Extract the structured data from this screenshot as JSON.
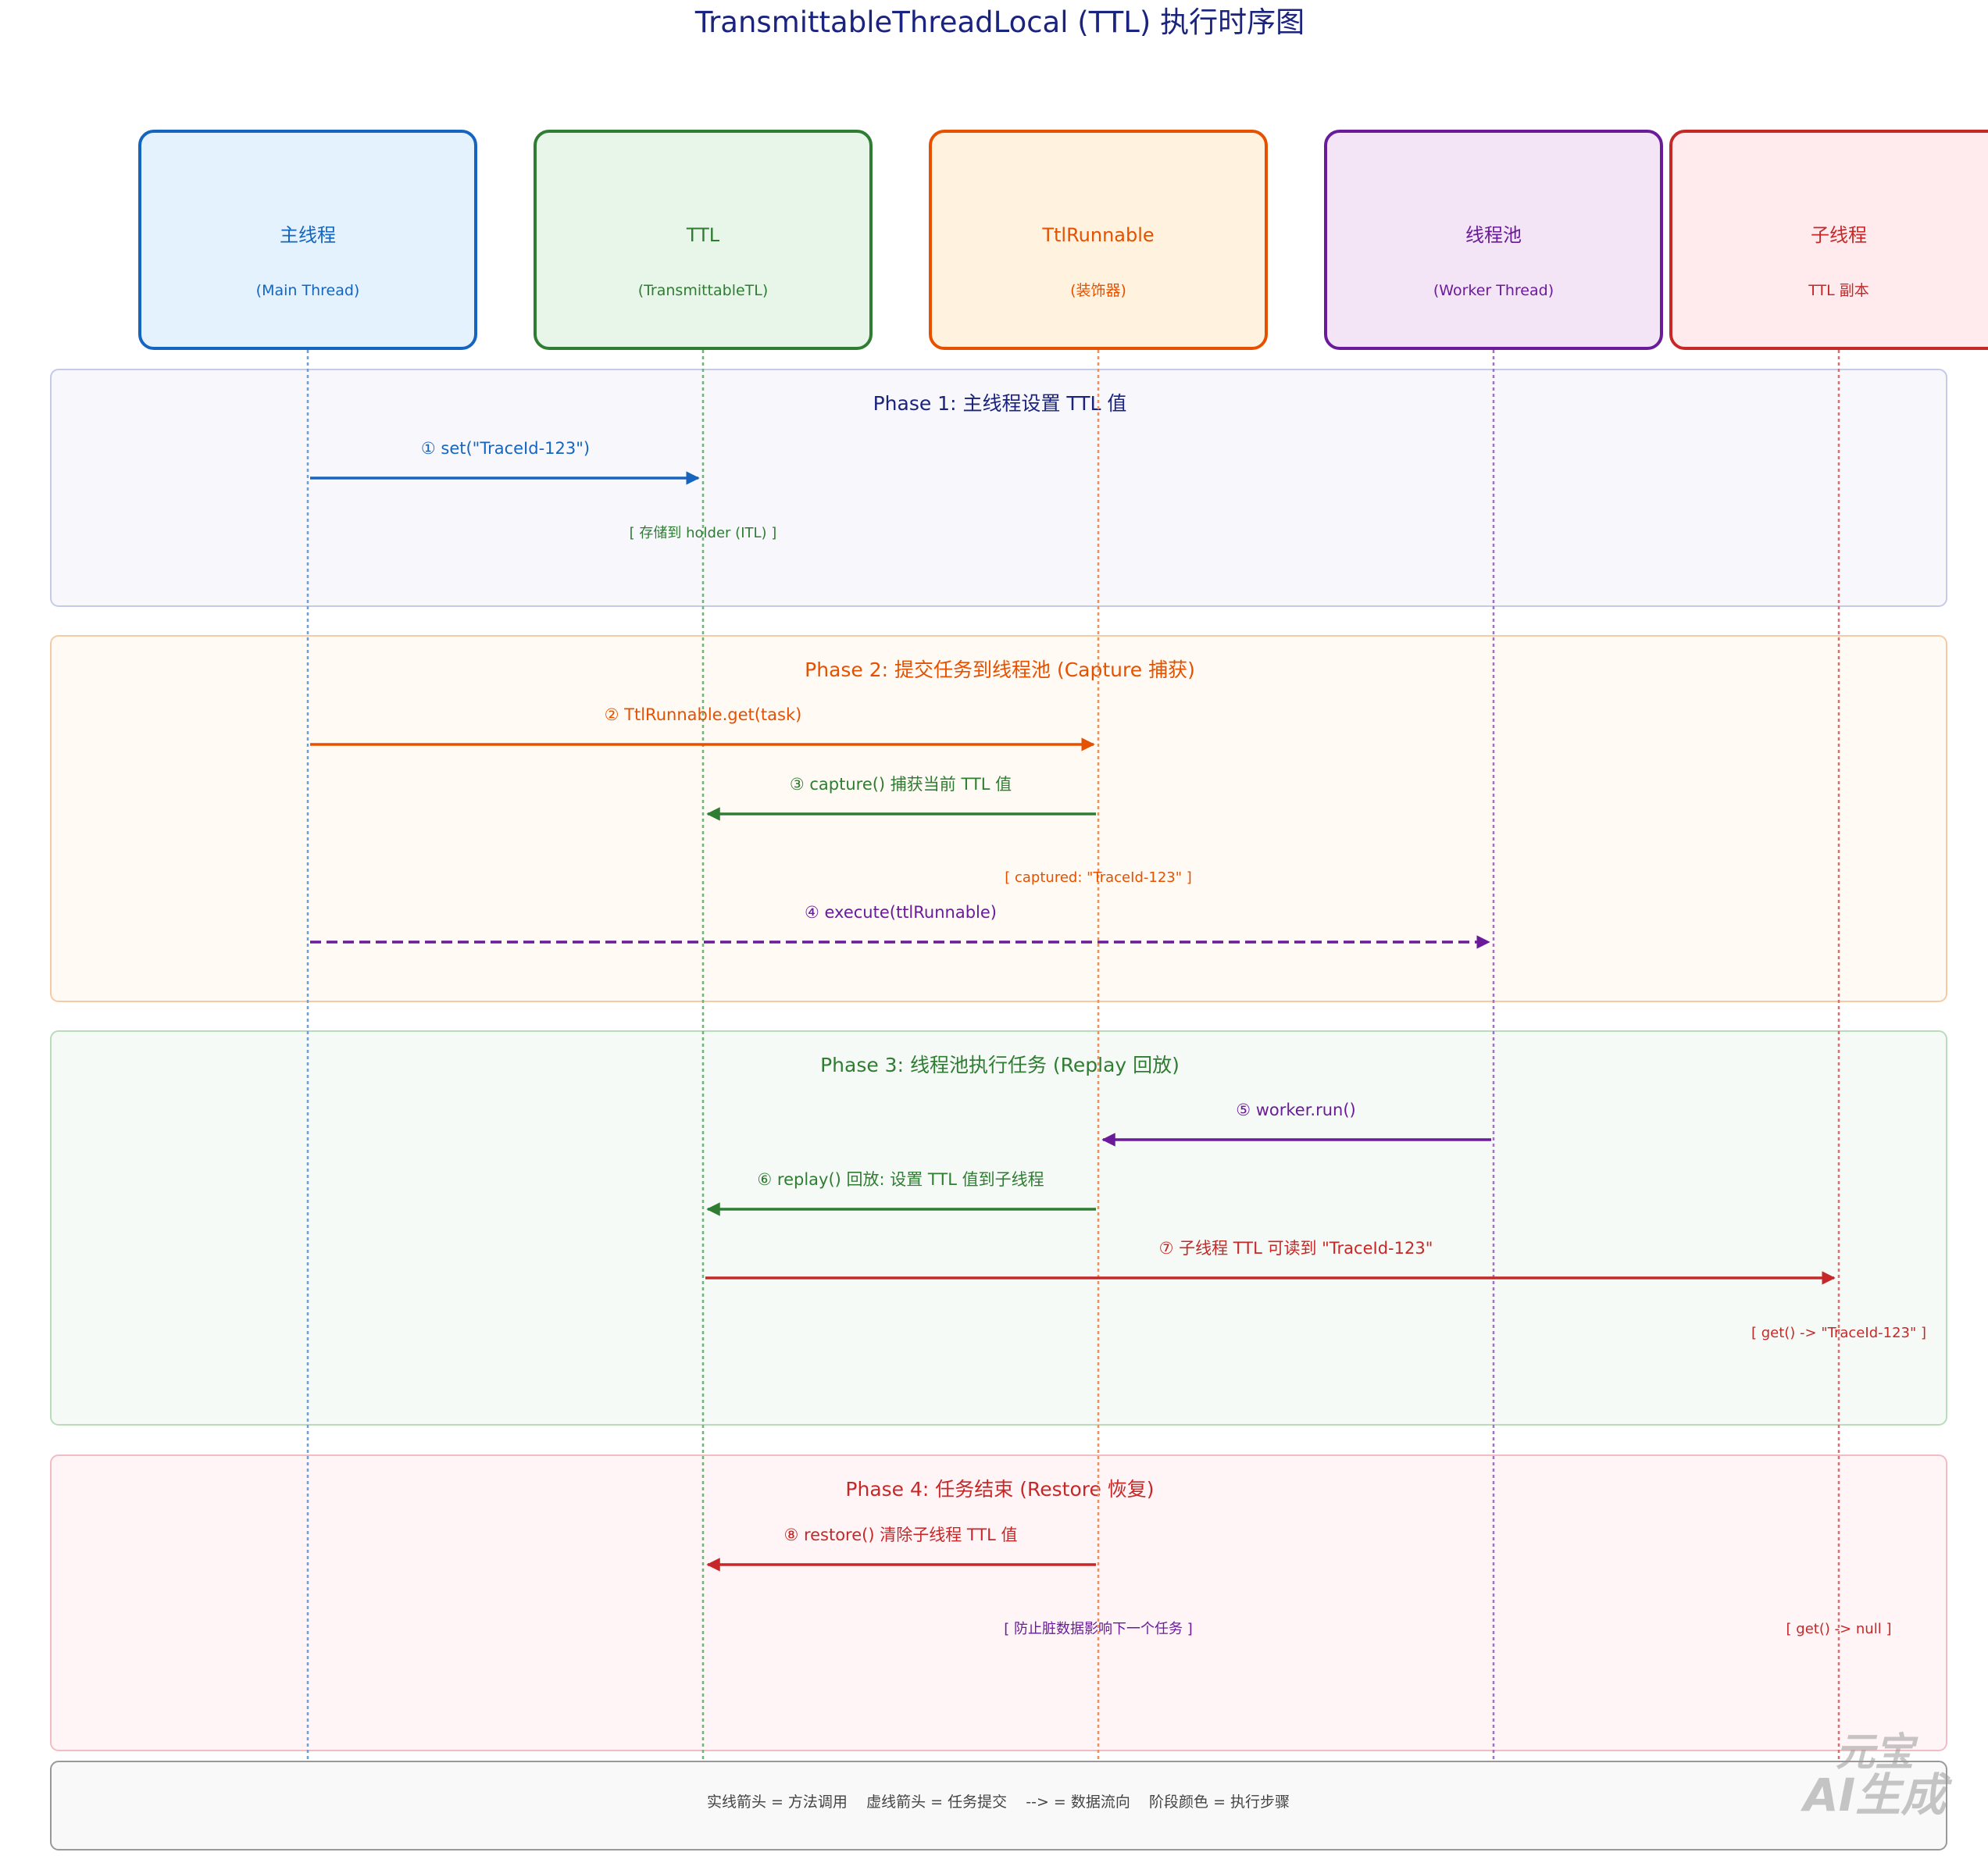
{
  "title": "TransmittableThreadLocal (TTL) 执行时序图",
  "colors": {
    "title": "#1a237e",
    "blue": "#1565c0",
    "green": "#2e7d32",
    "orange": "#e65100",
    "purple": "#6a1b9a",
    "red": "#c62828",
    "gray": "#555555"
  },
  "participants": [
    {
      "id": "main",
      "name": "主线程",
      "sub": "(Main Thread)",
      "color": "#1565c0",
      "fill": "#e3f2fd",
      "lifeline": "#6a9fd8"
    },
    {
      "id": "ttl",
      "name": "TTL",
      "sub": "(TransmittableTL)",
      "color": "#2e7d32",
      "fill": "#e8f5e9",
      "lifeline": "#6fb573"
    },
    {
      "id": "runnable",
      "name": "TtlRunnable",
      "sub": "(装饰器)",
      "color": "#e65100",
      "fill": "#fff3e0",
      "lifeline": "#f0905a"
    },
    {
      "id": "pool",
      "name": "线程池",
      "sub": "(Worker Thread)",
      "color": "#6a1b9a",
      "fill": "#f3e5f5",
      "lifeline": "#a570c4"
    },
    {
      "id": "child",
      "name": "子线程",
      "sub": "TTL 副本",
      "color": "#c62828",
      "fill": "#ffebee",
      "lifeline": "#d97070"
    }
  ],
  "phases": [
    {
      "title": "Phase 1: 主线程设置 TTL 值",
      "color": "#1a237e",
      "fill": "#f7f7fc",
      "border": "#c5cae9"
    },
    {
      "title": "Phase 2: 提交任务到线程池 (Capture 捕获)",
      "color": "#e65100",
      "fill": "#fffaf3",
      "border": "#f5cba7"
    },
    {
      "title": "Phase 3: 线程池执行任务 (Replay 回放)",
      "color": "#2e7d32",
      "fill": "#f6faf6",
      "border": "#b9dcbb"
    },
    {
      "title": "Phase 4: 任务结束 (Restore 恢复)",
      "color": "#c62828",
      "fill": "#fff5f7",
      "border": "#f2bcc4"
    }
  ],
  "messages": [
    {
      "label": "① set(\"TraceId-123\")",
      "from": "main",
      "to": "ttl",
      "dashed": false,
      "color": "#1565c0"
    },
    {
      "label": "② TtlRunnable.get(task)",
      "from": "main",
      "to": "runnable",
      "dashed": false,
      "color": "#e65100"
    },
    {
      "label": "③ capture() 捕获当前 TTL 值",
      "from": "runnable",
      "to": "ttl",
      "dashed": false,
      "color": "#2e7d32"
    },
    {
      "label": "④ execute(ttlRunnable)",
      "from": "main",
      "to": "pool",
      "dashed": true,
      "color": "#6a1b9a"
    },
    {
      "label": "⑤ worker.run()",
      "from": "pool",
      "to": "runnable",
      "dashed": false,
      "color": "#6a1b9a"
    },
    {
      "label": "⑥ replay() 回放: 设置 TTL 值到子线程",
      "from": "runnable",
      "to": "ttl",
      "dashed": false,
      "color": "#2e7d32"
    },
    {
      "label": "⑦ 子线程 TTL 可读到 \"TraceId-123\"",
      "from": "ttl",
      "to": "child",
      "dashed": false,
      "color": "#c62828"
    },
    {
      "label": "⑧ restore() 清除子线程 TTL 值",
      "from": "runnable",
      "to": "ttl",
      "dashed": false,
      "color": "#c62828"
    }
  ],
  "notes": [
    {
      "text": "[ 存储到 holder (ITL) ]",
      "color": "#2e7d32"
    },
    {
      "text": "[ captured: \"TraceId-123\" ]",
      "color": "#e65100"
    },
    {
      "text": "[ get() -> \"TraceId-123\" ]",
      "color": "#c62828"
    },
    {
      "text": "[ 防止脏数据影响下一个任务 ]",
      "color": "#6a1b9a"
    },
    {
      "text": "[ get() -> null ]",
      "color": "#c62828"
    }
  ],
  "legend": "实线箭头 = 方法调用    虚线箭头 = 任务提交    --> = 数据流向    阶段颜色 = 执行步骤",
  "watermark": [
    "元宝",
    "AI生成"
  ]
}
